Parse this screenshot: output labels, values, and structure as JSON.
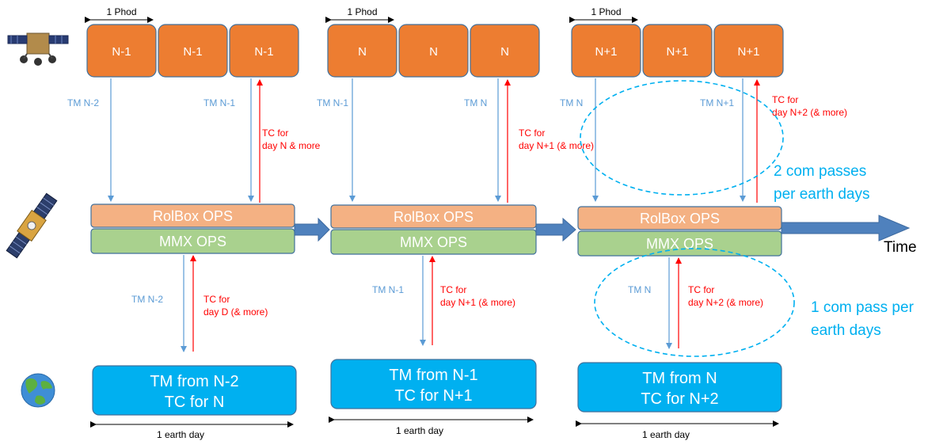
{
  "phod_label": "1 Phod",
  "earth_day_label": "1 earth day",
  "time_label": "Time",
  "phases": [
    {
      "phods": [
        "N-1",
        "N-1",
        "N-1"
      ],
      "tm_left": "TM N-2",
      "tm_right": "TM N-1",
      "tc_up": [
        "TC for",
        "day N & more"
      ],
      "rolbox": "RolBox OPS",
      "mmx": "MMX OPS",
      "ground_tm": "TM N-2",
      "ground_tc": [
        "TC for",
        "day D (& more)"
      ],
      "earth_box": [
        "TM from N-2",
        "TC for N"
      ]
    },
    {
      "phods": [
        "N",
        "N",
        "N"
      ],
      "tm_left": "TM N-1",
      "tm_right": "TM N",
      "tc_up": [
        "TC for",
        "day N+1 (& more)"
      ],
      "rolbox": "RolBox OPS",
      "mmx": "MMX OPS",
      "ground_tm": "TM N-1",
      "ground_tc": [
        "TC for",
        "day N+1 (& more)"
      ],
      "earth_box": [
        "TM from N-1",
        "TC for N+1"
      ]
    },
    {
      "phods": [
        "N+1",
        "N+1",
        "N+1"
      ],
      "tm_left": "TM N",
      "tm_right": "TM N+1",
      "tc_up": [
        "TC for",
        "day N+2 (& more)"
      ],
      "rolbox": "RolBox OPS",
      "mmx": "MMX OPS",
      "ground_tm": "TM N",
      "ground_tc": [
        "TC for",
        "day N+2 (& more)"
      ],
      "earth_box": [
        "TM from N",
        "TC for N+2"
      ]
    }
  ],
  "annotation_top": [
    "2 com passes",
    "per earth days"
  ],
  "annotation_bottom": [
    "1 com pass per",
    "earth days"
  ],
  "icons": [
    "rover-icon",
    "satellite-icon",
    "earth-icon"
  ],
  "colors": {
    "phod_fill": "#ed7d31",
    "rolbox_fill": "#f4b183",
    "mmx_fill": "#a9d18e",
    "earth_fill": "#00b0f0",
    "tm_arrow": "#5b9bd5",
    "tc_arrow": "#ff0000",
    "flow_arrow": "#4f81bd",
    "annotation": "#00b0f0"
  }
}
